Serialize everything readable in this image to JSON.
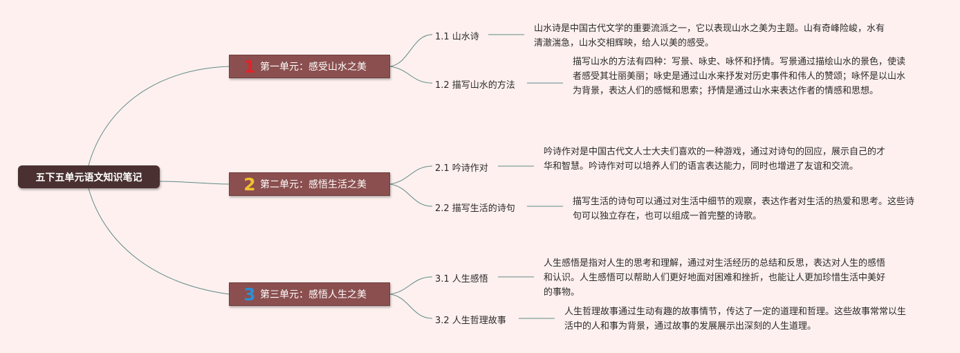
{
  "root": {
    "title": "五下五单元语文知识笔记"
  },
  "units": [
    {
      "number": "1",
      "number_color": "#e0242b",
      "title": "第一单元：感受山水之美",
      "topics": [
        {
          "label": "1.1 山水诗",
          "text": "山水诗是中国古代文学的重要流派之一，它以表现山水之美为主题。山有奇峰险峻，水有清澈湍急，山水交相辉映，给人以美的感受。"
        },
        {
          "label": "1.2 描写山水的方法",
          "text": "描写山水的方法有四种：写景、咏史、咏怀和抒情。写景通过描绘山水的景色，使读者感受其壮丽美丽；咏史是通过山水来抒发对历史事件和伟人的赞颂；咏怀是以山水为背景，表达人们的感慨和思索；抒情是通过山水来表达作者的情感和思想。"
        }
      ]
    },
    {
      "number": "2",
      "number_color": "#f2c12e",
      "title": "第二单元：感悟生活之美",
      "topics": [
        {
          "label": "2.1 吟诗作对",
          "text": "吟诗作对是中国古代文人士大夫们喜欢的一种游戏，通过对诗句的回应，展示自己的才华和智慧。吟诗作对可以培养人们的语言表达能力，同时也增进了友谊和交流。"
        },
        {
          "label": "2.2 描写生活的诗句",
          "text": "描写生活的诗句可以通过对生活中细节的观察，表达作者对生活的热爱和思考。这些诗句可以独立存在，也可以组成一首完整的诗歌。"
        }
      ]
    },
    {
      "number": "3",
      "number_color": "#2b8fd6",
      "title": "第三单元：感悟人生之美",
      "topics": [
        {
          "label": "3.1 人生感悟",
          "text": "人生感悟是指对人生的思考和理解，通过对生活经历的总结和反思，表达对人生的感悟和认识。人生感悟可以帮助人们更好地面对困难和挫折，也能让人更加珍惜生活中美好的事物。"
        },
        {
          "label": "3.2 人生哲理故事",
          "text": "人生哲理故事通过生动有趣的故事情节，传达了一定的道理和哲理。这些故事常常以生活中的人和事为背景，通过故事的发展展示出深刻的人生道理。"
        }
      ]
    }
  ]
}
